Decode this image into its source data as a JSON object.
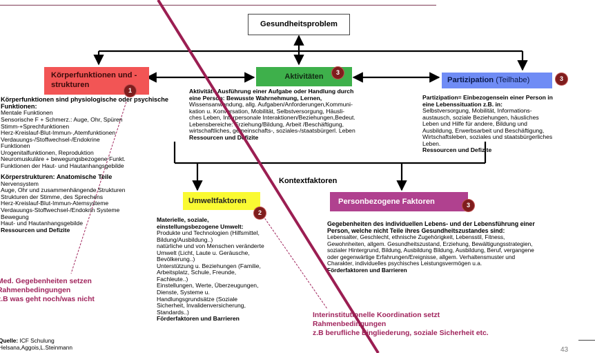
{
  "root": {
    "label": "Gesundheitsproblem"
  },
  "koerper": {
    "label": "Körperfunktionen und -strukturen",
    "badge": "1",
    "funktionen_title": "Körperfunktionen sind physiologische oder psychische Funktionen:",
    "funktionen": [
      "Mentale Funktionen",
      "Sensorische F + Schmerz.: Auge, Ohr, Spüren",
      "Stimm-+Sprechfunktionen",
      "Herz-Kreislauf-Blut-Immun-,Atemfunktionen",
      "Verdauungs-/Stoffwechsel-/Endokrine",
      "Funktionen",
      "Urogenitalfunktionen, Reproduktion",
      "Neuromuskuläre + bewegungsbezogene Funkt.",
      "Funktionen der Haut- und Hautanhangsgebilde"
    ],
    "strukturen_title": "Körperstrukturen: Anatomische Teile",
    "strukturen": [
      "Nervensystem",
      "Auge, Ohr und zusammenhängende Strukturen",
      "Strukturen der Stimme, des Sprechens",
      "Herz-Kreislauf-Blut-Immun-Atemsysteme",
      "Verdauungs-Stoffwechsel-/Endokrin Systeme",
      "Bewegung",
      "Haut- und Hautanhangsgebilde"
    ],
    "footer": "Ressourcen und Defizite"
  },
  "aktivitaeten": {
    "label": "Aktivitäten",
    "badge": "3",
    "lines": [
      {
        "text": "Aktivität= Ausführung einer Aufgabe oder Handlung durch",
        "bold": true
      },
      {
        "text": "eine Person: Bewusste Wahrnehmung, Lernen,",
        "bold": false
      },
      {
        "text": "Wissensanwendung, allg. Aufgaben/Anforderungen,Kommuni-",
        "bold": false
      },
      {
        "text": "kation u. Konversation, Mobilität, Selbstversorgung, Häusli-",
        "bold": false
      },
      {
        "text": "ches Leben, Interpersonale Interaktionen/Beziehungen,Bedeut.",
        "bold": false
      },
      {
        "text": "Lebensbereiche: Erziehung/Bildung, Arbeit /Beschäftigung,",
        "bold": false
      },
      {
        "text": "wirtschaftliches, gemeinschafts-, soziales-/staatsbürgerl. Leben",
        "bold": false
      },
      {
        "text": "Ressourcen und Defizite",
        "bold": true
      }
    ]
  },
  "partizipation": {
    "label": "Partizipation",
    "label_suffix": "(Teilhabe)",
    "badge": "3",
    "lines": [
      {
        "text": "Partizipation= Einbezogensein einer Person in",
        "bold": true
      },
      {
        "text": "eine Lebenssituation z.B. in:",
        "bold": true
      },
      {
        "text": "Selbstversorgung, Mobilität,  Informations-",
        "bold": false
      },
      {
        "text": "austausch, soziale Beziehungen, häusliches",
        "bold": false
      },
      {
        "text": "Leben und Hilfe für andere, Bildung und",
        "bold": false
      },
      {
        "text": "Ausbildung, Erwerbsarbeit und Beschäftigung,",
        "bold": false
      },
      {
        "text": "Wirtschaftsleben, soziales und staatsbürgerliches",
        "bold": false
      },
      {
        "text": "Leben.",
        "bold": false
      },
      {
        "text": "Ressourcen und Defizite",
        "bold": true
      }
    ]
  },
  "kontext": {
    "label": "Kontextfaktoren"
  },
  "umwelt": {
    "label": "Umweltfaktoren",
    "badge": "2",
    "lines": [
      {
        "text": "Materielle, soziale,",
        "bold": true
      },
      {
        "text": "einstellungsbezogene Umwelt:",
        "bold": true
      },
      {
        "text": "Produkte und Technologien (Hilfsmittel,",
        "bold": false
      },
      {
        "text": "Bildung/Ausbildung..)",
        "bold": false
      },
      {
        "text": "natürliche und von Menschen veränderte",
        "bold": false
      },
      {
        "text": "Umwelt (Licht, Laute u. Geräusche,",
        "bold": false
      },
      {
        "text": "Bevölkerung..)",
        "bold": false
      },
      {
        "text": "Unterstützung u. Beziehungen (Familie,",
        "bold": false
      },
      {
        "text": "Arbeitsplatz, Schule, Freunde,",
        "bold": false
      },
      {
        "text": "Fachleute..)",
        "bold": false
      },
      {
        "text": "Einstellungen, Werte, Überzeugungen,",
        "bold": false
      },
      {
        "text": "Dienste, Systeme u.",
        "bold": false
      },
      {
        "text": "Handlungsgrundsätze (Soziale",
        "bold": false
      },
      {
        "text": "Sicherheit, Invalidenversicherung,",
        "bold": false
      },
      {
        "text": "Standards..)",
        "bold": false
      },
      {
        "text": "Förderfaktoren und Barrieren",
        "bold": true
      }
    ]
  },
  "person": {
    "label": "Personbezogene Faktoren",
    "badge": "3",
    "lines": [
      {
        "text": "Gegebenheiten des individuellen Lebens- und der  Lebensführung einer",
        "bold": true
      },
      {
        "text": "Person, welche nicht Teile ihres Gesundheitszustandes sind:",
        "bold": true
      },
      {
        "text": "Lebensalter, Geschlecht, ethnische Zugehörigkeit, Lebensstil, Fitness,",
        "bold": false
      },
      {
        "text": "Gewohnheiten, allgem. Gesundheitszustand, Erziehung, Bewältigungsstrategien,",
        "bold": false
      },
      {
        "text": "sozialer Hintergrund, Bildung, Ausbildung Bildung, Ausbildung, Beruf, vergangene",
        "bold": false
      },
      {
        "text": "oder gegenwärtige Erfahrungen/Ereignisse, allgem. Verhaltensmuster und",
        "bold": false
      },
      {
        "text": "Charakter, individuelles psychisches Leistungsvermögen u.a.",
        "bold": false
      },
      {
        "text": "Förderfaktoren und Barrieren",
        "bold": true
      }
    ]
  },
  "note_left": [
    "Med. Gegebenheiten setzen",
    "Rahmenbedingungen",
    "z.B was geht noch/was nicht"
  ],
  "note_right": [
    "Interinstitutionelle Koordination setzt",
    "Rahmenbedingungen",
    "z.B berufliche Eingliederung, soziale Sicherheit etc."
  ],
  "source": {
    "label": "Quelle:",
    "line1": "ICF Schulung",
    "line2": "Helsana,Aggois,L.Steinmann"
  },
  "page_number": "43",
  "colors": {
    "koerper_box": "#f25555",
    "aktivitaeten_box": "#3eb04b",
    "partizipation_box": "#6f8cf5",
    "umwelt_box": "#fafa32",
    "person_box": "#b0418f",
    "badge": "#7f1d1d",
    "note": "#a0245c",
    "slash": "#9b1e52",
    "header_line": "#7f3a55"
  }
}
